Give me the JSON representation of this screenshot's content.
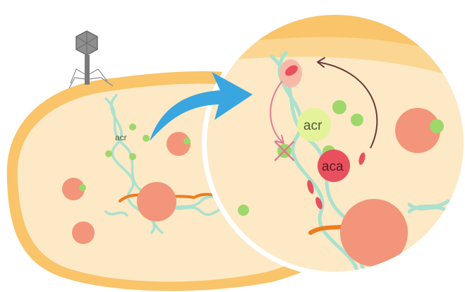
{
  "labels": {
    "cell_acr": "acr",
    "zoom_acr": "acr",
    "zoom_aca": "aca"
  },
  "colors": {
    "cell_wall": "#f9c46a",
    "cell_wall_dark": "#f3b14a",
    "cytoplasm": "#fde9c6",
    "dna": "#a9e2cf",
    "protein": "#f2957a",
    "acr_protein": "#9ed86a",
    "acr_bubble": "#e4f39a",
    "aca_protein": "#e8505e",
    "phage": "#8a8a8a",
    "arrow": "#3aa6df",
    "crrna": "#f07a1e",
    "cycle_arrow": "#6b3a3a",
    "cycle_arrow_pink": "#e07a93"
  },
  "icons": {
    "phage": "bacteriophage-icon",
    "zoom_arrow": "curved-arrow-icon",
    "inhibited_acr": "crossed-out-acr-icon"
  }
}
